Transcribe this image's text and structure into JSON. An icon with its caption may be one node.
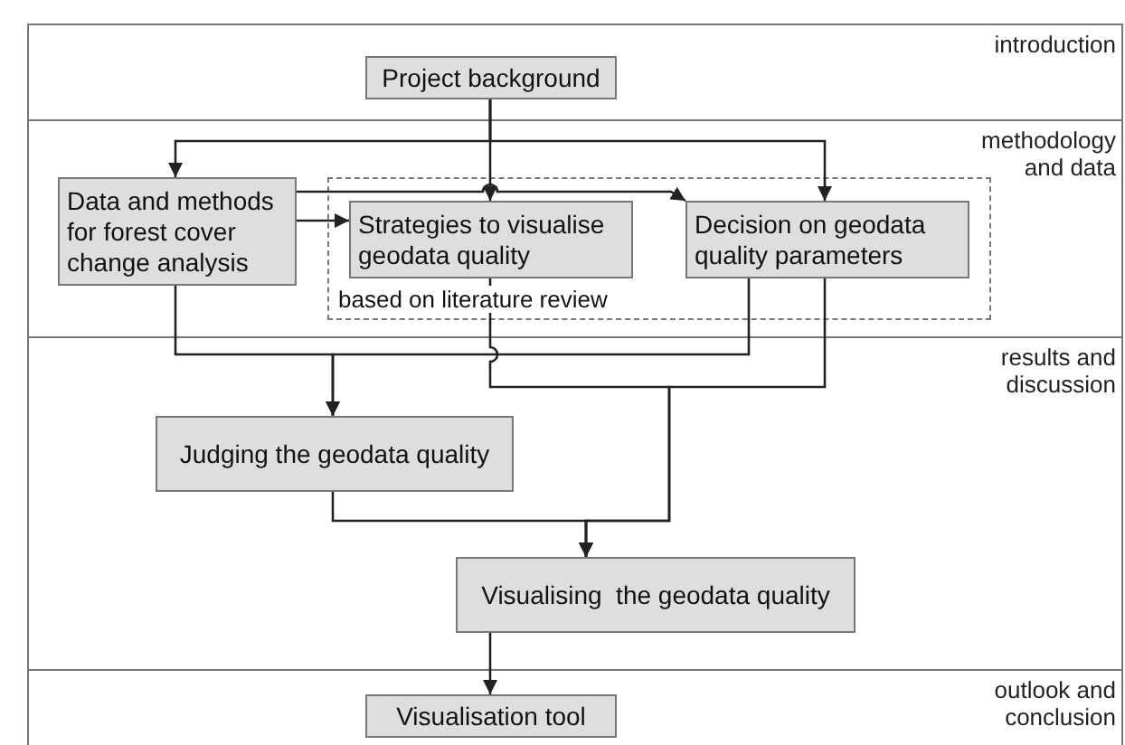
{
  "diagram": {
    "nodes": [
      {
        "text": [
          "introduction"
        ]
      },
      {
        "text": [
          "Project background"
        ],
        "in": 0
      },
      {
        "text": [
          "methodology and data"
        ]
      },
      {
        "text": [
          "Data and methods for forest cover change analysis"
        ],
        "in": 2
      },
      {
        "text": [
          "based on literature review"
        ],
        "in": 2
      },
      {
        "text": [
          "Strategies to visualise geodata quality"
        ],
        "in": 4
      },
      {
        "text": [
          "Decision on geodata quality parameters"
        ],
        "in": 4
      },
      {
        "text": [
          "results and discussion"
        ]
      },
      {
        "text": [
          "Judging the geodata quality"
        ],
        "in": 7
      },
      {
        "text": [
          "Visualising  the geodata quality"
        ],
        "in": 7
      },
      {
        "text": [
          "outlook and conclusion"
        ]
      },
      {
        "text": [
          "Visualisation tool"
        ],
        "in": 10
      }
    ],
    "edges": [
      {
        "from": 1,
        "to": 3,
        "arrow": "to"
      },
      {
        "from": 1,
        "to": 5,
        "arrow": "to"
      },
      {
        "from": 1,
        "to": 6,
        "arrow": "to"
      },
      {
        "from": 3,
        "to": 5,
        "arrow": "to"
      },
      {
        "from": 3,
        "to": 6,
        "arrow": "to"
      },
      {
        "from": 3,
        "to": 8,
        "arrow": "to"
      },
      {
        "from": 6,
        "to": 8,
        "arrow": "to"
      },
      {
        "from": 5,
        "to": 9,
        "arrow": "to"
      },
      {
        "from": 6,
        "to": 9,
        "arrow": "to"
      },
      {
        "from": 8,
        "to": 9,
        "arrow": "to"
      },
      {
        "from": 9,
        "to": 11,
        "arrow": "to"
      }
    ]
  }
}
